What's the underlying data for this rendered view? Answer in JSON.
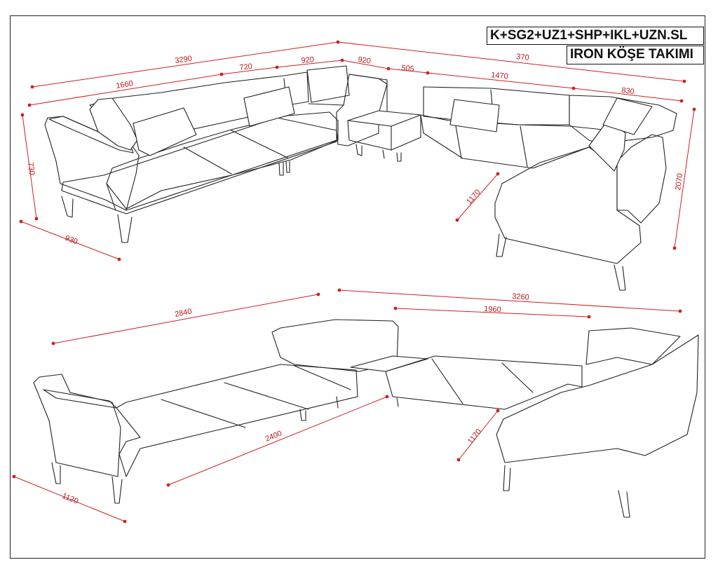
{
  "sheet": {
    "code": "K+SG2+UZ1+SHP+IKL+UZN.SL",
    "name": "IRON KÖŞE TAKIMI"
  },
  "dimensions_top": {
    "total_left": "3290",
    "total_right": "370",
    "left_sofa": "1660",
    "seat_module": "720",
    "corner_a": "920",
    "corner_b": "920",
    "table_module": "505",
    "right_sofa": "1470",
    "chaise_end": "830",
    "height": "730",
    "depth_left": "930",
    "chaise_depth": "1170",
    "right_total": "2070"
  },
  "dimensions_bottom": {
    "left_length": "2840",
    "right_length": "3260",
    "right_seat": "1960",
    "bed_length": "2400",
    "bed_depth": "1120",
    "chaise_depth": "1170"
  },
  "colors": {
    "dimension": "#d02020",
    "outline": "#222222"
  }
}
